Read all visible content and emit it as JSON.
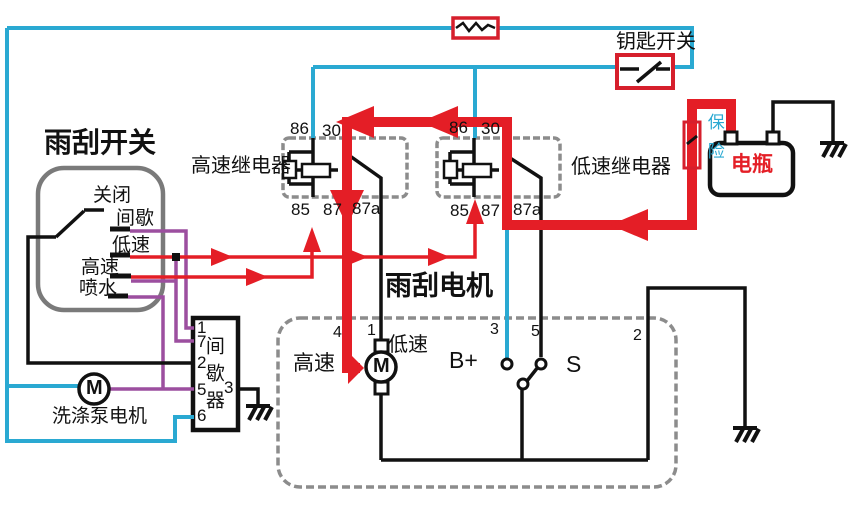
{
  "colors": {
    "cyan": "#2aa9d2",
    "red": "#e41e26",
    "purple": "#9c4f9f",
    "black": "#111111",
    "gray": "#8c8c8c"
  },
  "wiper_switch": {
    "title": "雨刮开关",
    "off": "关闭",
    "intermittent": "间歇",
    "low": "低速",
    "high": "高速",
    "wash": "喷水"
  },
  "relays": {
    "hs_label": "高速继电器",
    "ls_label": "低速继电器",
    "top_terminals": [
      "86",
      "30"
    ],
    "bottom_terminals": [
      "85",
      "87",
      "87a"
    ]
  },
  "power": {
    "key_switch": "钥匙开关",
    "fuse": "保险",
    "battery": "电瓶"
  },
  "motor": {
    "title": "雨刮电机",
    "high": "高速",
    "low": "低速",
    "bplus": "B+",
    "park": "S",
    "letter": "M",
    "pin4": "4",
    "pin1": "1",
    "pin3": "3",
    "pin5": "5",
    "pin2": "2"
  },
  "intermittent_unit": {
    "name": "间歇器",
    "pin1": "1",
    "pin7": "7",
    "pin2": "2",
    "pin5": "5",
    "pin6": "6",
    "pin3": "3"
  },
  "washer": {
    "label": "洗涤泵电机",
    "letter": "M"
  }
}
